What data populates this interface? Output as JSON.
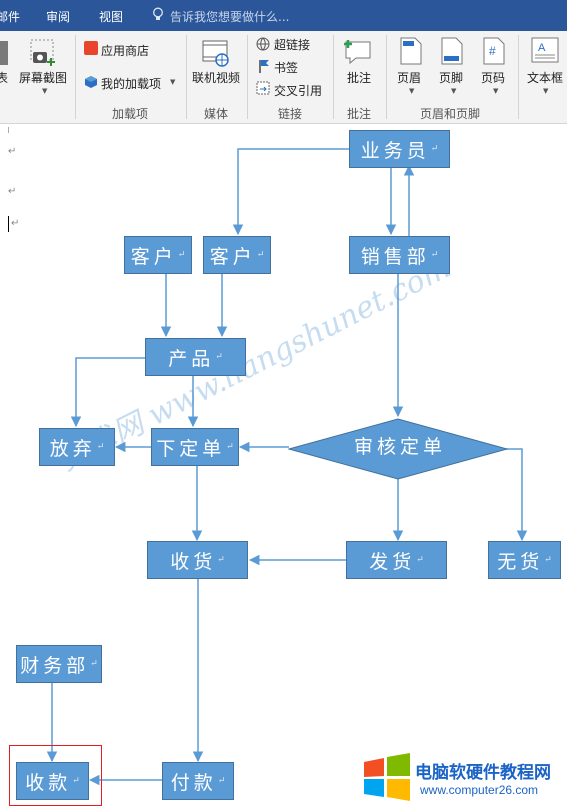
{
  "tabs": {
    "t1": "邮件",
    "t2": "审阅",
    "t3": "视图",
    "tell_me": "告诉我您想要做什么..."
  },
  "ribbon": {
    "table_partial": "表",
    "screenshot": "屏幕截图",
    "app_store": "应用商店",
    "my_addins": "我的加载项",
    "group_addins": "加载项",
    "online_video": "联机视频",
    "group_media": "媒体",
    "hyperlink": "超链接",
    "bookmark": "书签",
    "cross_ref": "交叉引用",
    "group_links": "链接",
    "comment": "批注",
    "group_comment": "批注",
    "header": "页眉",
    "footer": "页脚",
    "page_num": "页码",
    "group_header_footer": "页眉和页脚",
    "textbox": "文本框"
  },
  "flow": {
    "salesman": "业务员",
    "customer1": "客户",
    "customer2": "客户",
    "sales_dept": "销售部",
    "product": "产品",
    "give_up": "放弃",
    "place_order": "下定单",
    "review_order": "审核定单",
    "receive_goods": "收货",
    "ship_goods": "发货",
    "no_goods": "无货",
    "finance_dept": "财务部",
    "collect": "收款",
    "pay": "付款"
  },
  "watermark": "亮术网 www.liangshunet.com",
  "logo": {
    "title": "电脑软硬件教程网",
    "url": "www.computer26.com"
  },
  "colors": {
    "ribbon_tab": "#2b579a",
    "shape_fill": "#5b9bd5",
    "shape_border": "#41719c",
    "connector": "#5b9bd5",
    "highlight": "#e02020",
    "logo_text": "#1b63c6"
  }
}
